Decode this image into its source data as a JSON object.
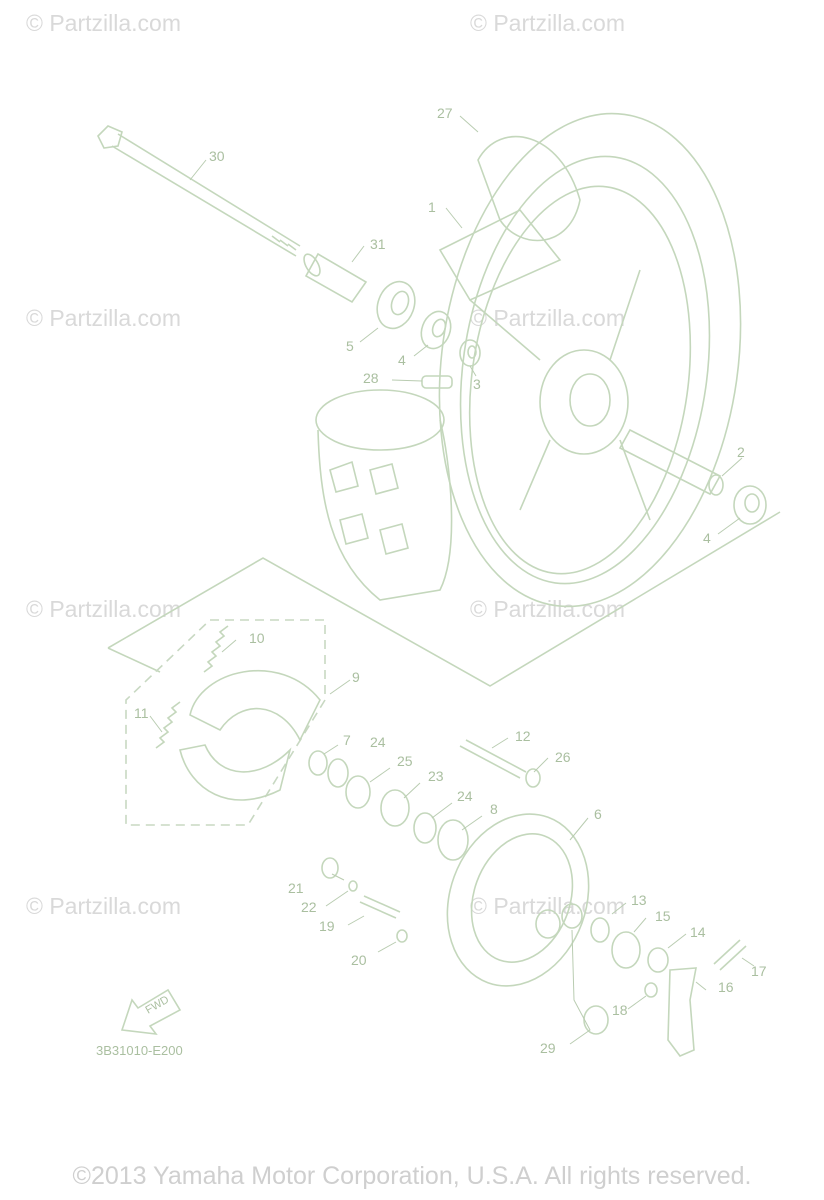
{
  "watermarks": [
    "© Partzilla.com",
    "© Partzilla.com",
    "© Partzilla.com",
    "© Partzilla.com",
    "© Partzilla.com",
    "© Partzilla.com",
    "© Partzilla.com",
    "© Partzilla.com"
  ],
  "callouts": {
    "p1": "1",
    "p2": "2",
    "p3": "3",
    "p4a": "4",
    "p4b": "4",
    "p5": "5",
    "p6": "6",
    "p7": "7",
    "p8": "8",
    "p9": "9",
    "p10": "10",
    "p11": "11",
    "p12": "12",
    "p13": "13",
    "p14": "14",
    "p15": "15",
    "p16": "16",
    "p17": "17",
    "p18": "18",
    "p19": "19",
    "p20": "20",
    "p21": "21",
    "p22": "22",
    "p23": "23",
    "p24a": "24",
    "p24b": "24",
    "p25": "25",
    "p26": "26",
    "p27": "27",
    "p28": "28",
    "p29": "29",
    "p30": "30",
    "p31": "31"
  },
  "fwd_label": "FWD",
  "diagram_code": "3B31010-E200",
  "copyright": "©2013  Yamaha Motor Corporation, U.S.A. All rights reserved."
}
